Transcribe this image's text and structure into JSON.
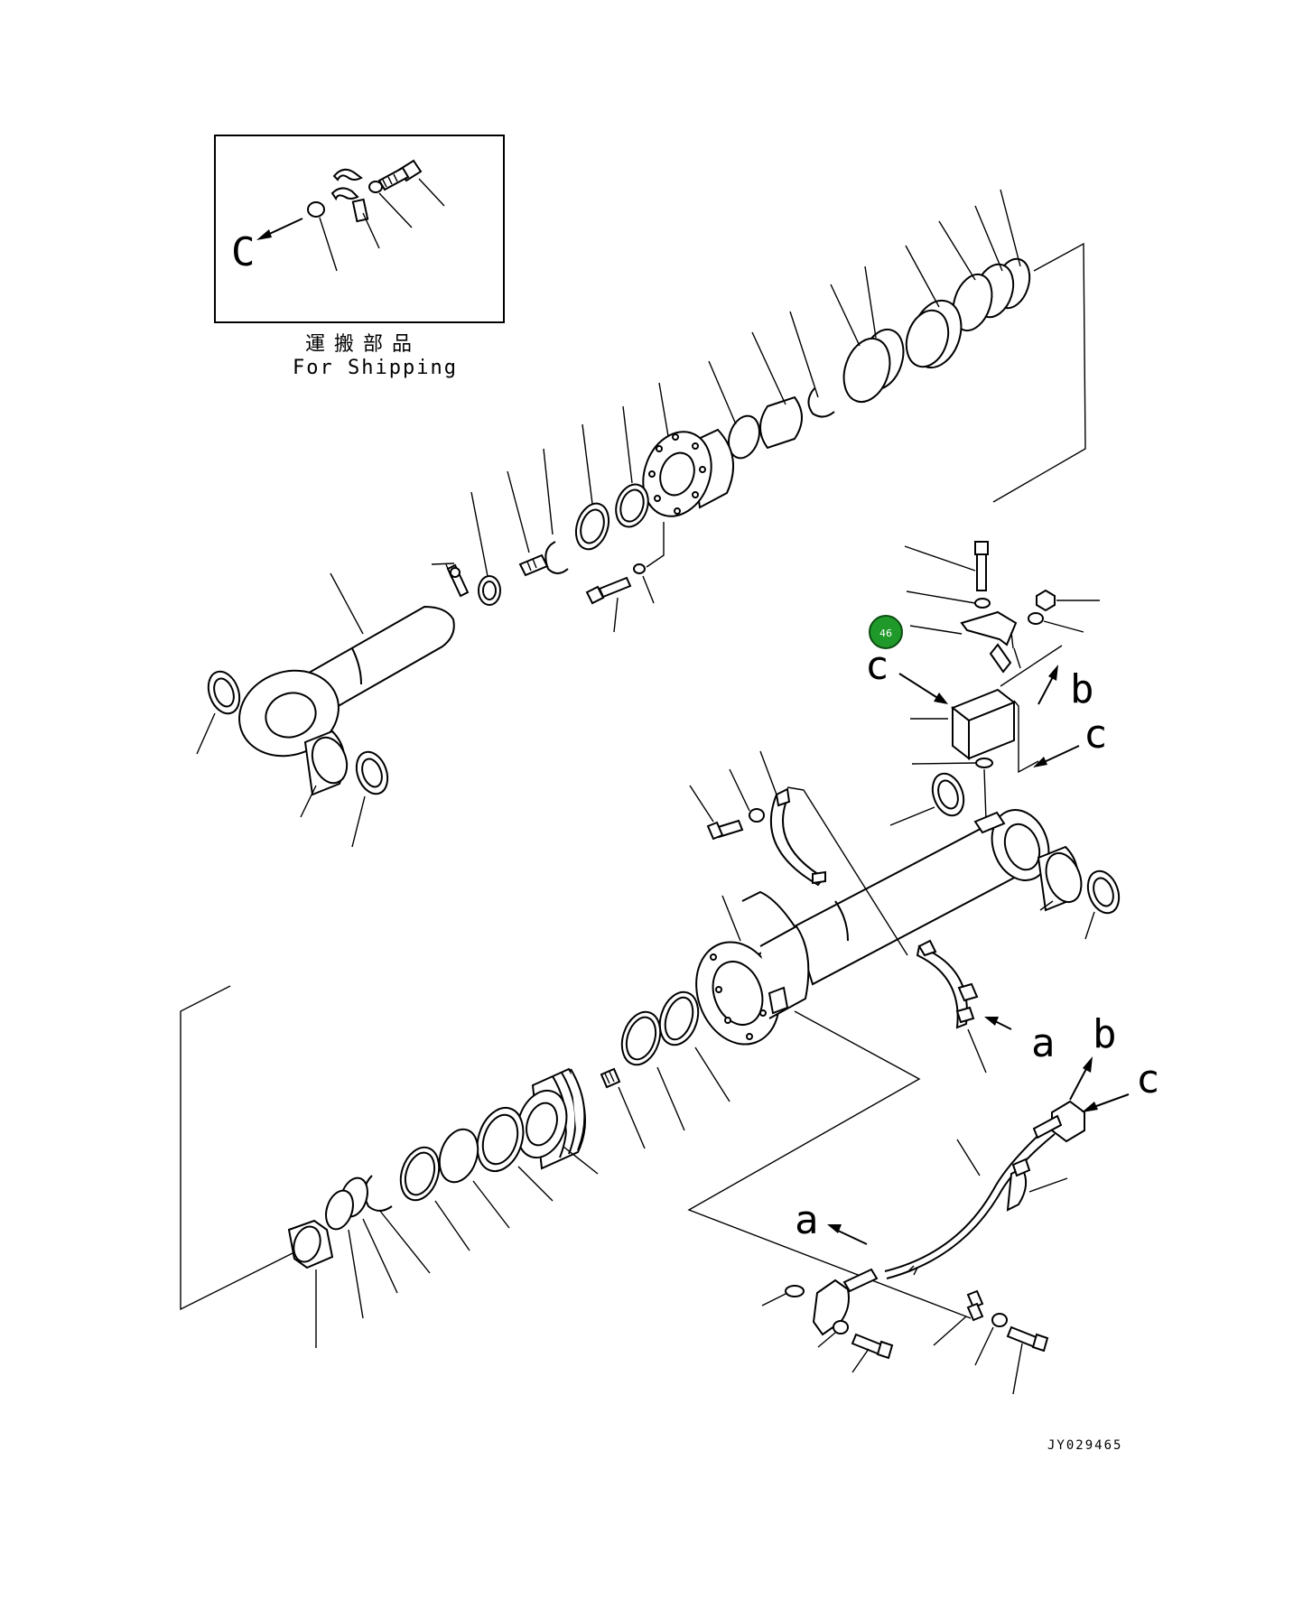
{
  "inset": {
    "arrow_label": "C",
    "caption_jp": "運搬部品",
    "caption_en": "For Shipping"
  },
  "callouts": {
    "c1": "c",
    "c2": "c",
    "c3": "c",
    "b1": "b",
    "b2": "b",
    "a1": "a",
    "a2": "a"
  },
  "highlight_badge": {
    "number": "46",
    "color": "#1f9a2a"
  },
  "drawing_number": "JY029465"
}
